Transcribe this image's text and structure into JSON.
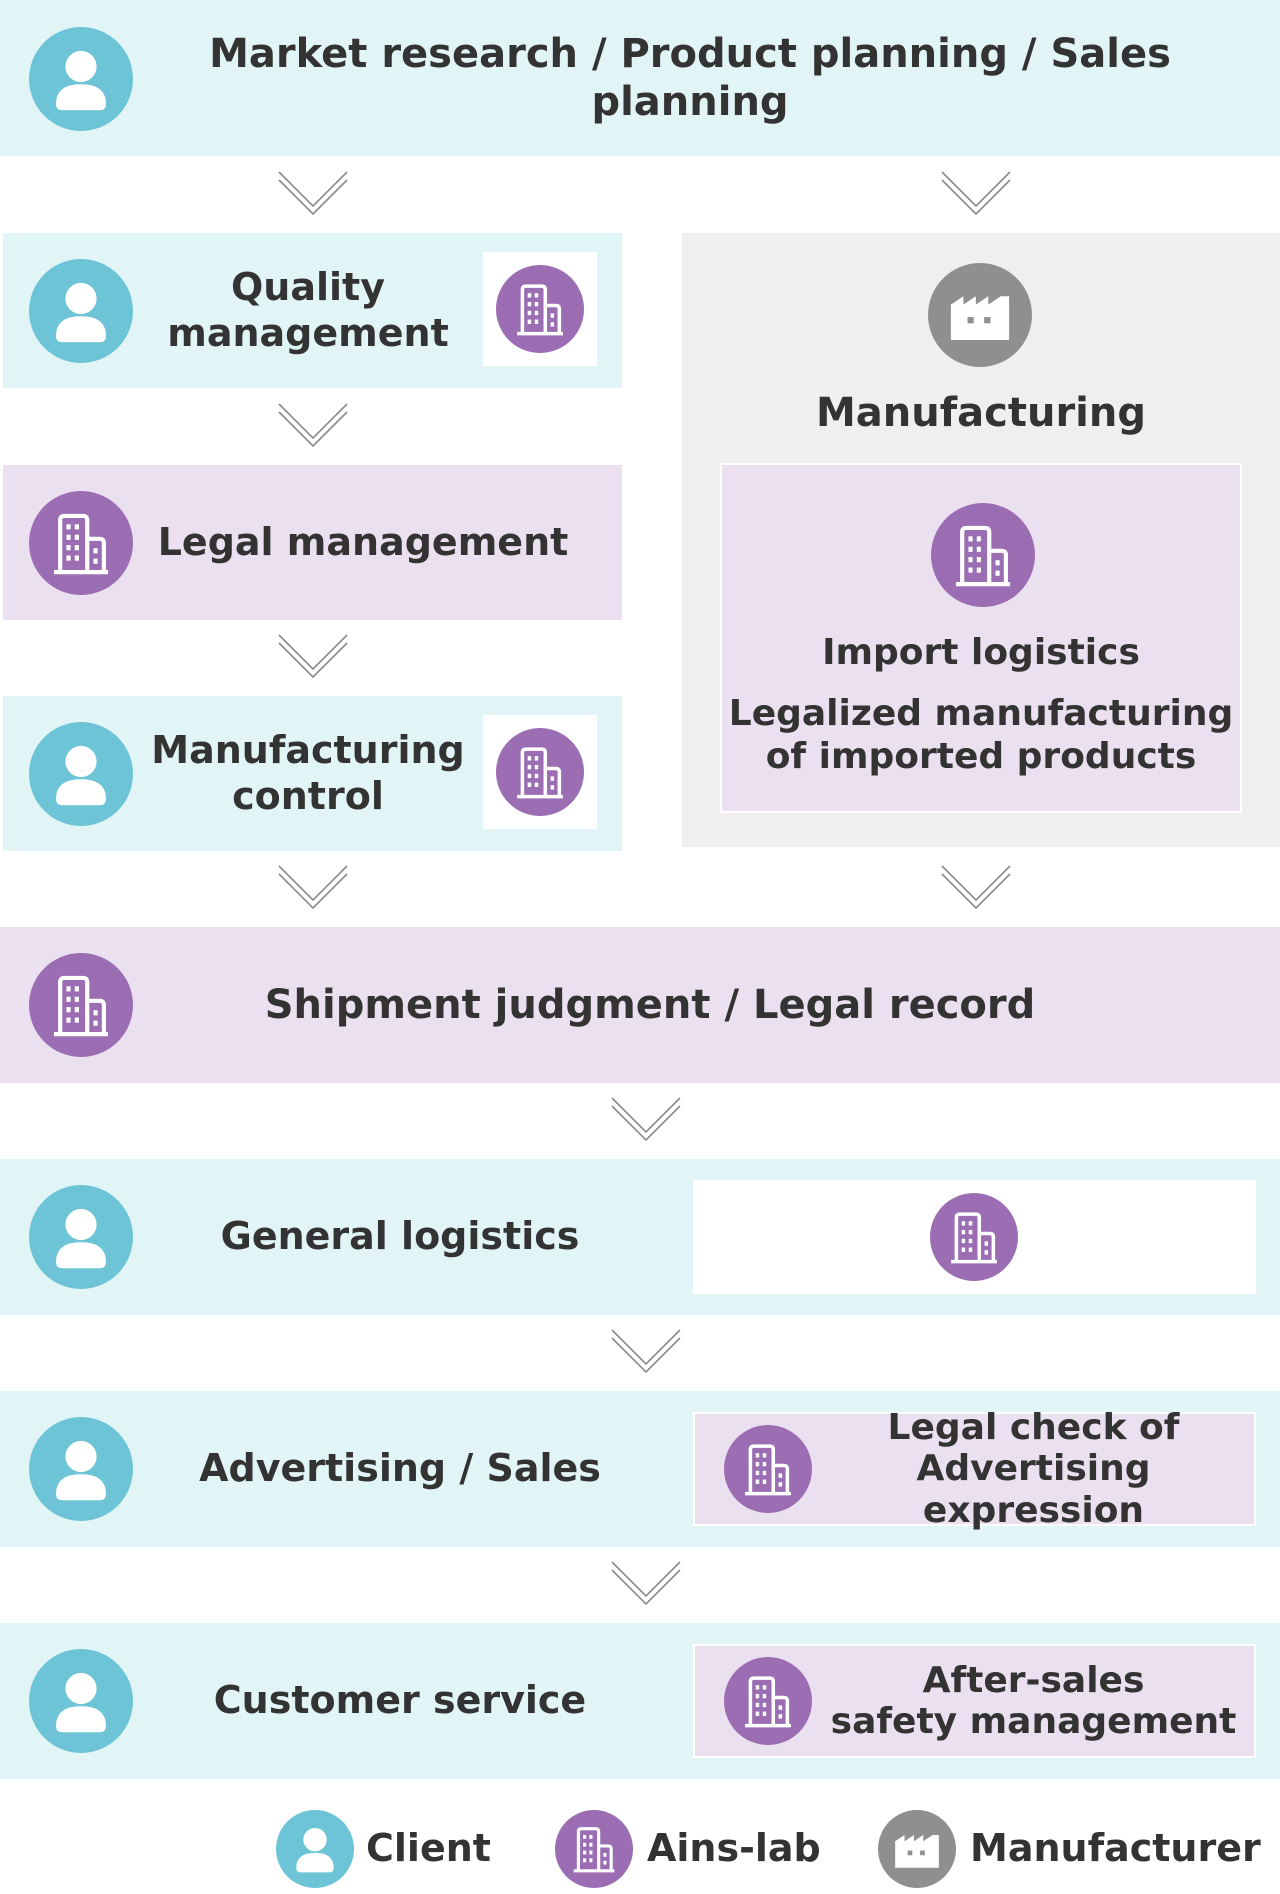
{
  "colors": {
    "client": "#6cc4d6",
    "ains_lab": "#9b6db2",
    "manufacturer": "#8f8f8f",
    "client_bg": "#e2f5f6",
    "ains_bg": "#ebe0ef",
    "manufacturer_bg": "#efefef",
    "text": "#333333",
    "arrow": "#8a8a8a"
  },
  "icons": {
    "client": "person-icon",
    "ains_lab": "building-icon",
    "manufacturer": "factory-icon"
  },
  "steps": {
    "market": {
      "label": "Market research / Product planning / Sales planning",
      "actor": "client"
    },
    "quality": {
      "lines": [
        "Quality",
        "management"
      ],
      "actors": [
        "client",
        "ains_lab"
      ]
    },
    "legal_mgmt": {
      "label": "Legal management",
      "actor": "ains_lab"
    },
    "mfg_control": {
      "lines": [
        "Manufacturing",
        "control"
      ],
      "actors": [
        "client",
        "ains_lab"
      ]
    },
    "manufacturing": {
      "label": "Manufacturing",
      "actor": "manufacturer",
      "inner": {
        "actor": "ains_lab",
        "line1": "Import logistics",
        "line2": [
          "Legalized manufacturing",
          "of imported products"
        ]
      }
    },
    "shipment": {
      "label": "Shipment judgment / Legal record",
      "actor": "ains_lab"
    },
    "general_logistics": {
      "label": "General logistics",
      "actors": [
        "client",
        "ains_lab"
      ]
    },
    "advertising": {
      "label": "Advertising / Sales",
      "actor": "client",
      "side": {
        "lines": [
          "Legal check of",
          "Advertising expression"
        ],
        "actor": "ains_lab"
      }
    },
    "customer_service": {
      "label": "Customer service",
      "actor": "client",
      "side": {
        "lines": [
          "After-sales",
          "safety management"
        ],
        "actor": "ains_lab"
      }
    }
  },
  "legend": [
    {
      "label": "Client",
      "icon": "person-icon"
    },
    {
      "label": "Ains-lab",
      "icon": "building-icon"
    },
    {
      "label": "Manufacturer",
      "icon": "factory-icon"
    }
  ]
}
